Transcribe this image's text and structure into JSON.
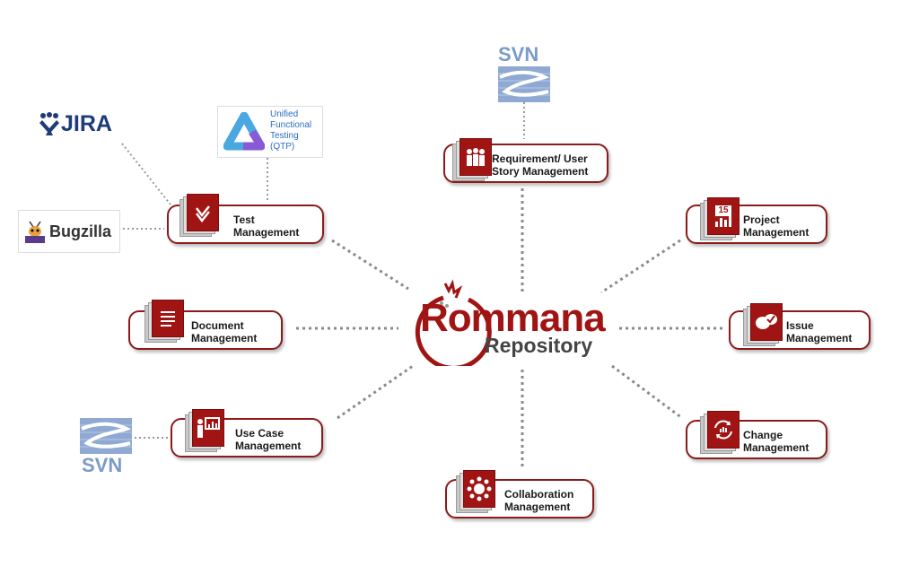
{
  "center": {
    "brand": "Rommana",
    "sub": "Repository"
  },
  "nodes": {
    "test": {
      "line1": "Test",
      "line2": "Management"
    },
    "requirement": {
      "line1": "Requirement/ User",
      "line2": "Story Management"
    },
    "project": {
      "line1": "Project",
      "line2": "Management"
    },
    "document": {
      "line1": "Document",
      "line2": "Management"
    },
    "issue": {
      "line1": "Issue",
      "line2": "Management"
    },
    "usecase": {
      "line1": "Use Case",
      "line2": "Management"
    },
    "change": {
      "line1": "Change",
      "line2": "Management"
    },
    "collaboration": {
      "line1": "Collaboration",
      "line2": "Management"
    }
  },
  "logos": {
    "jira": "JIRA",
    "bugzilla": "Bugzilla",
    "uft": {
      "l1": "Unified",
      "l2": "Functional",
      "l3": "Testing",
      "l4": "(QTP)"
    },
    "svn_top": "SVN",
    "svn_left": "SVN",
    "calendar_day": "15"
  },
  "colors": {
    "accent": "#a01414",
    "connector": "#8a8a8a",
    "svn": "#7b9bc8"
  }
}
